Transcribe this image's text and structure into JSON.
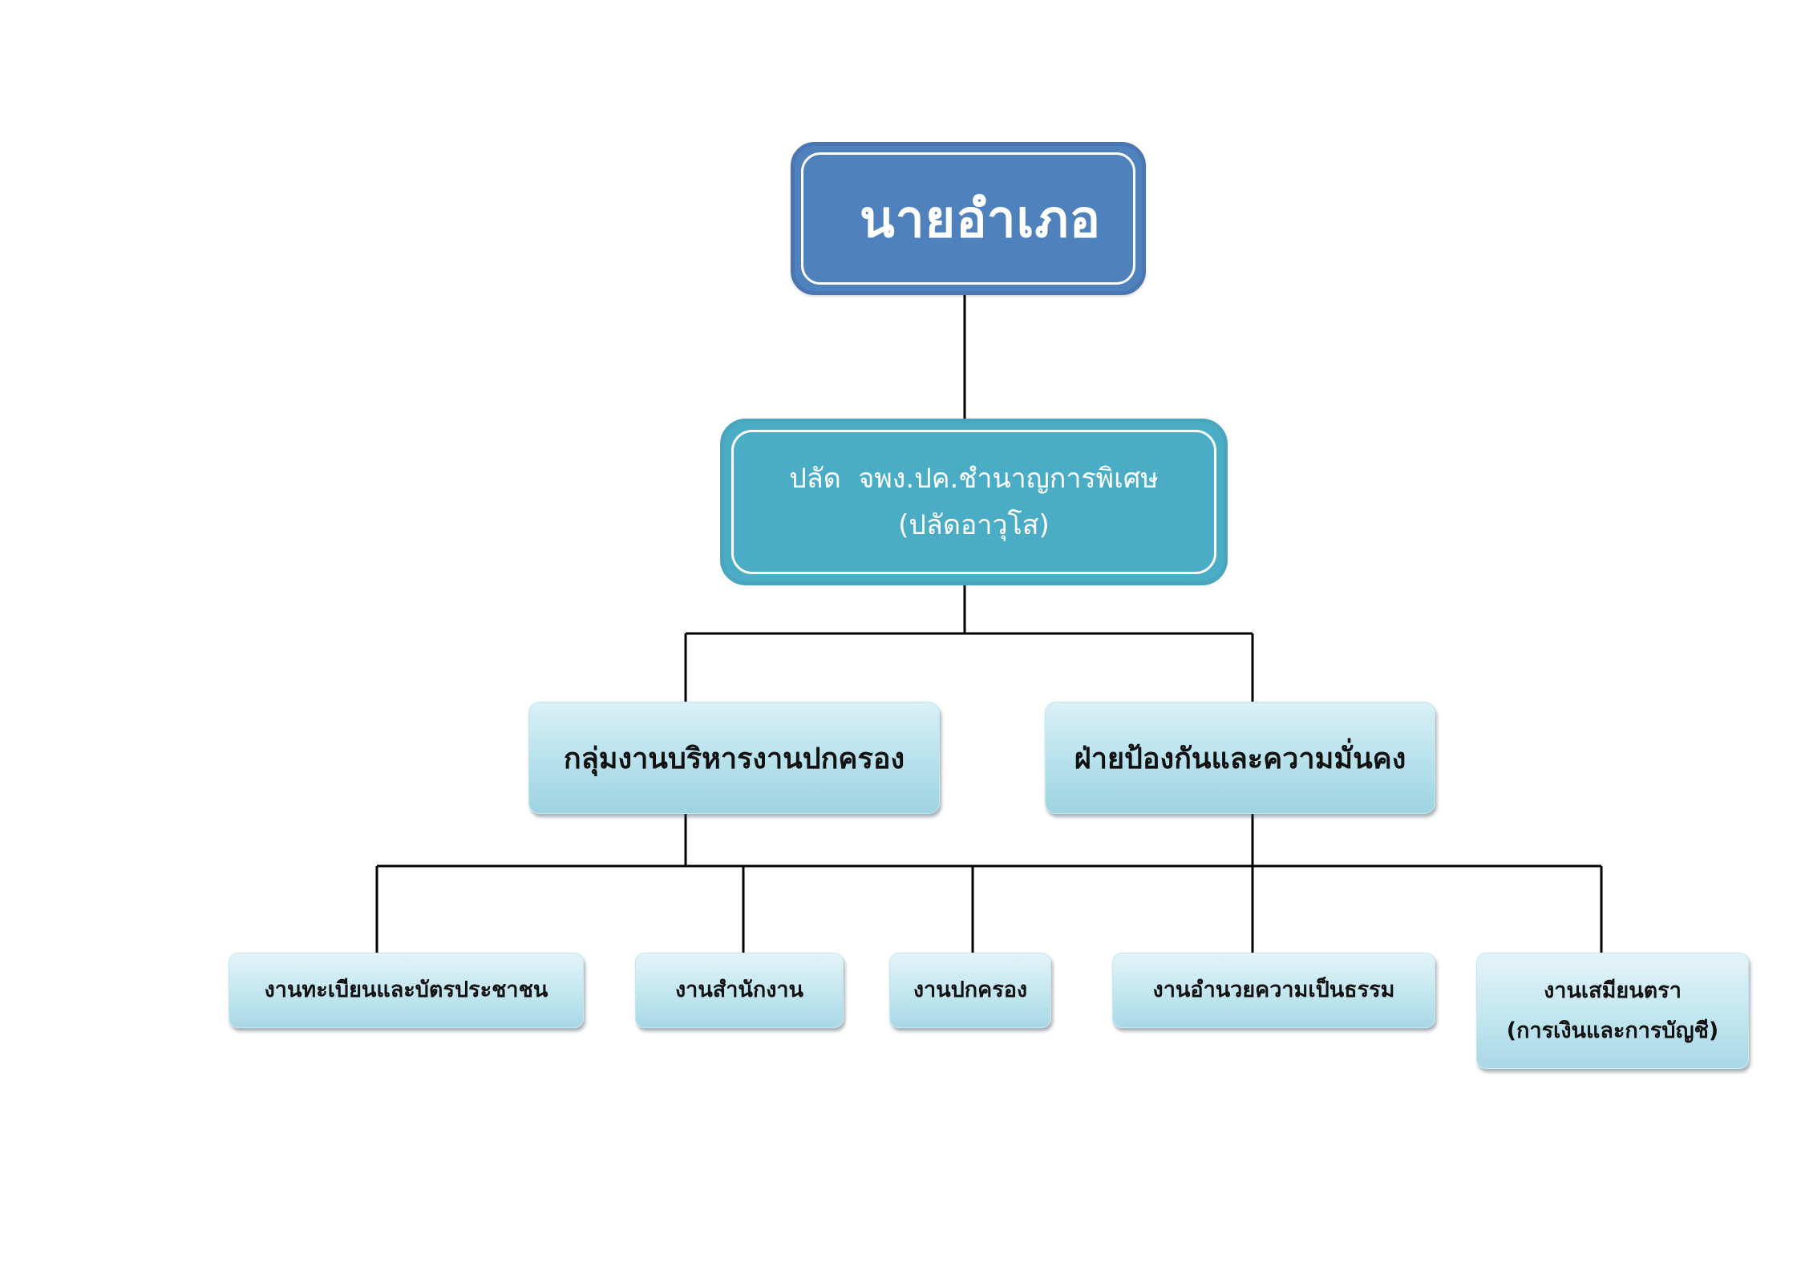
{
  "chart": {
    "chief": "นายอำเภอ",
    "deputy_line1": "ปลัด  จพง.ปค.ชำนาญการพิเศษ",
    "deputy_line2": "(ปลัดอาวุโส)",
    "groups": [
      "กลุ่มงานบริหารงานปกครอง",
      "ฝ่ายป้องกันและความมั่นคง"
    ],
    "units": [
      {
        "line1": "งานทะเบียนและบัตรประชาชน"
      },
      {
        "line1": "งานสำนักงาน"
      },
      {
        "line1": "งานปกครอง"
      },
      {
        "line1": "งานอำนวยความเป็นธรรม"
      },
      {
        "line1": "งานเสมียนตรา",
        "line2": "(การเงินและการบัญชี)"
      }
    ]
  },
  "colors": {
    "chief_fill": "#4f81bd",
    "deputy_fill": "#4bacc6",
    "connector": "#000000"
  }
}
